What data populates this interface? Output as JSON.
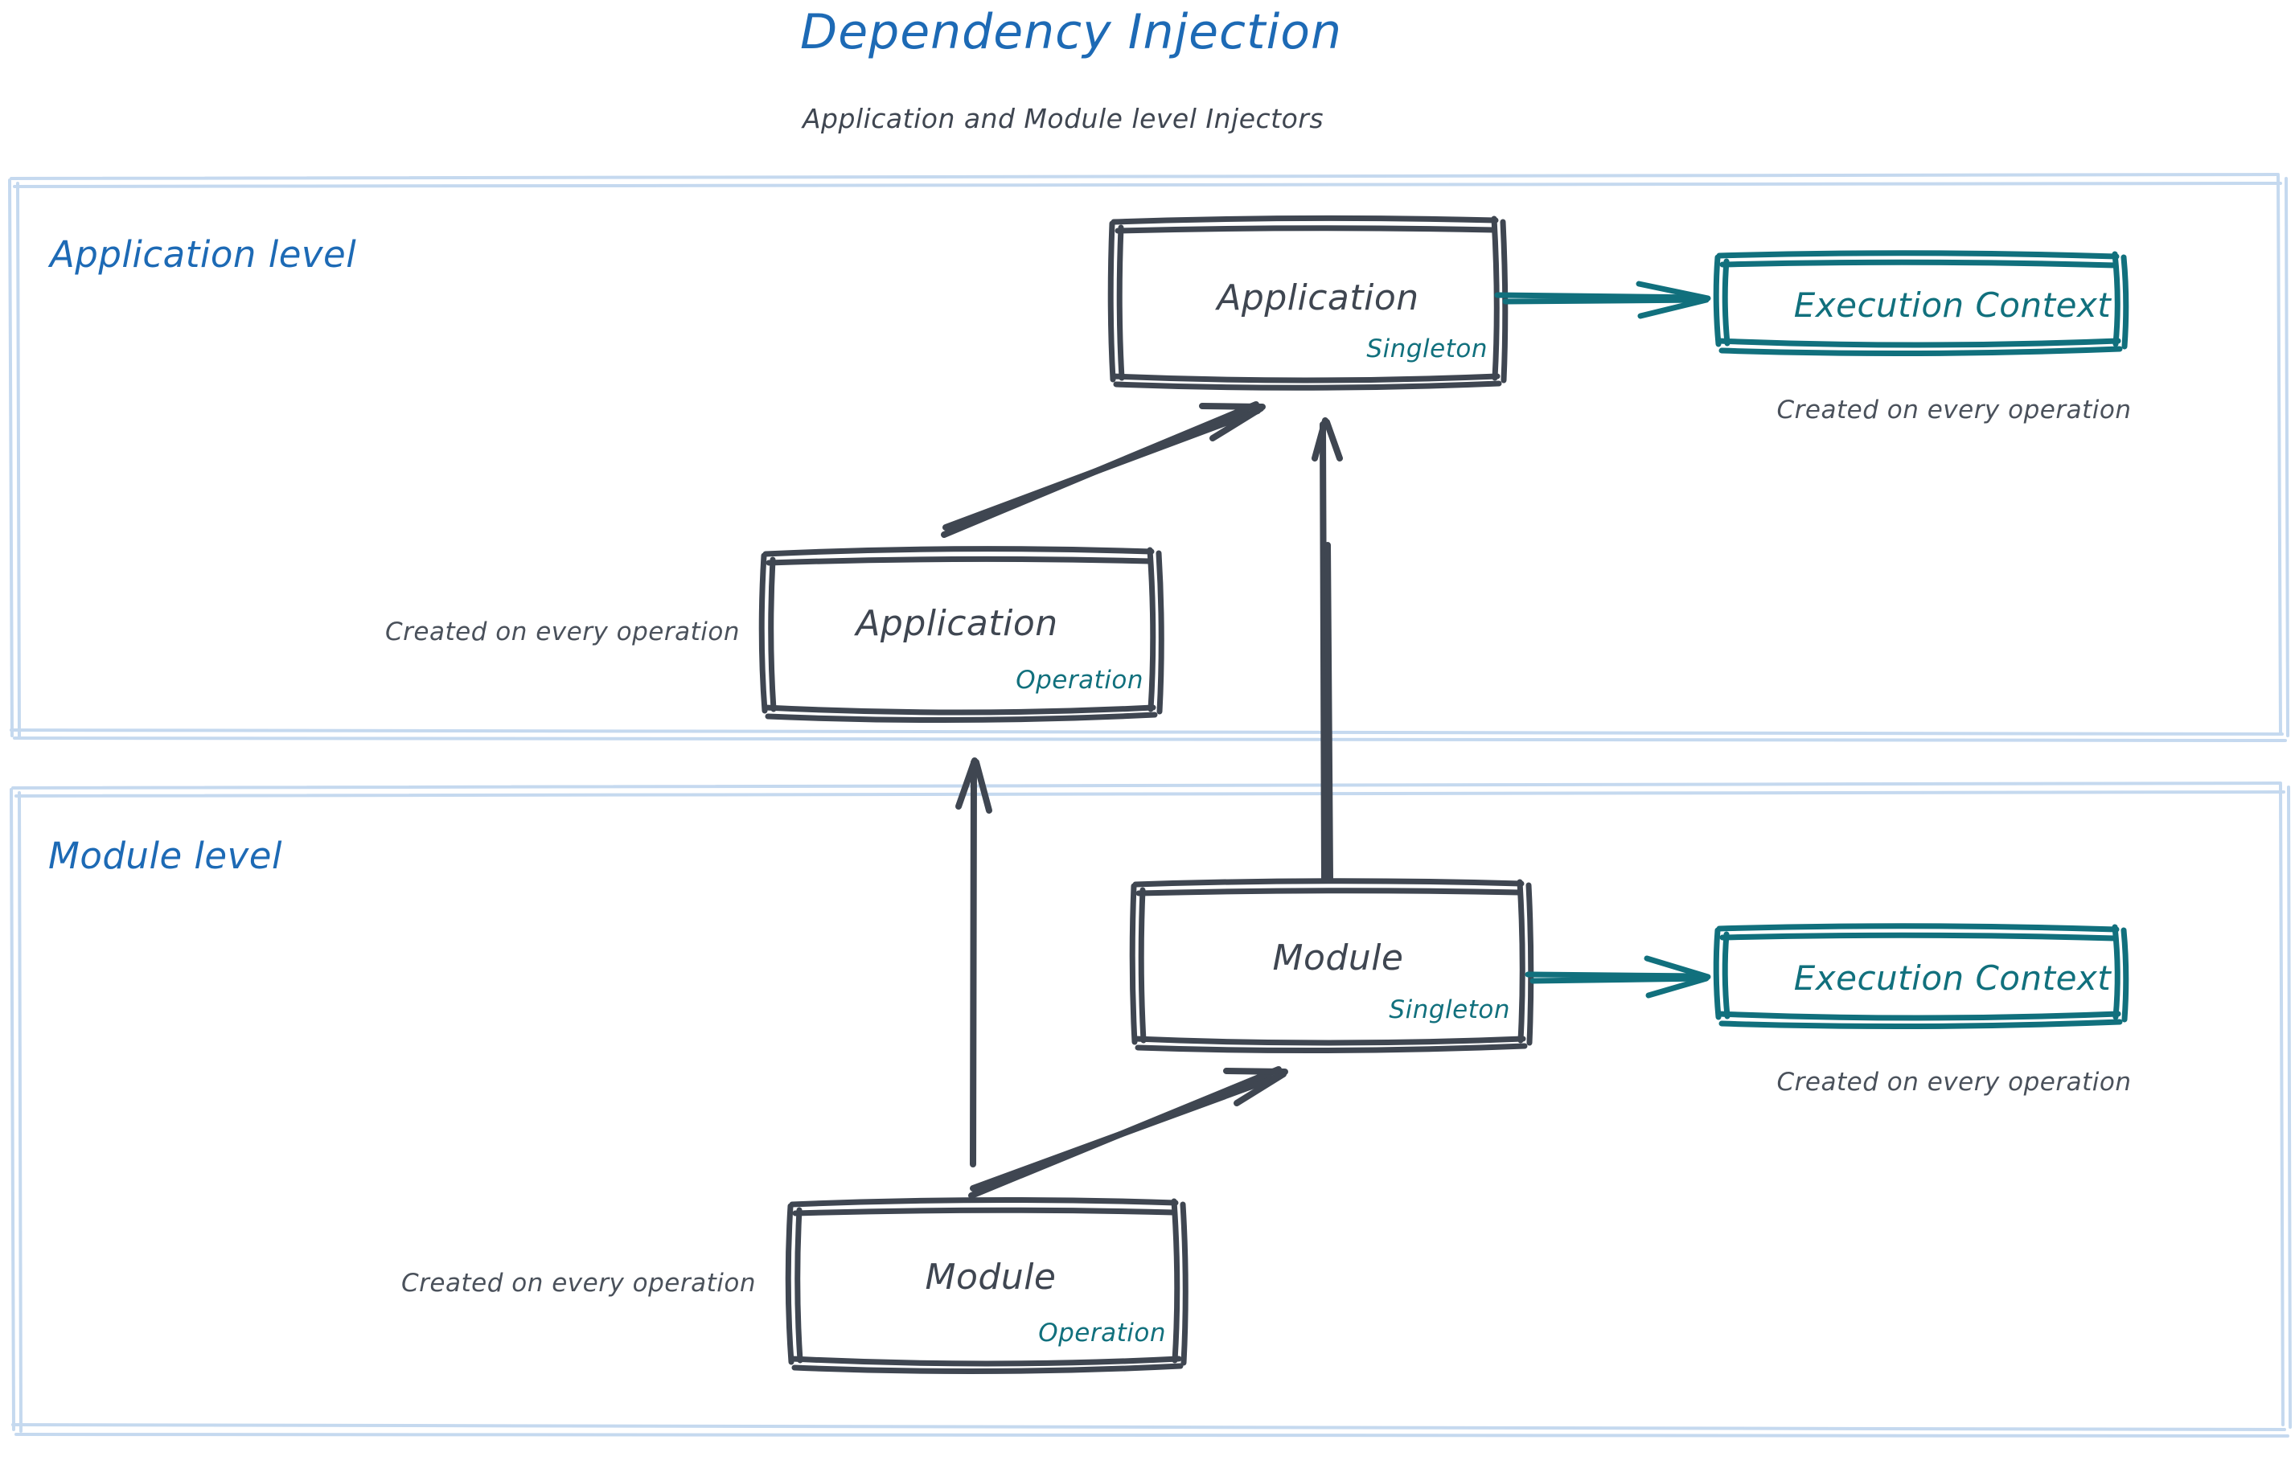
{
  "header": {
    "title": "Dependency Injection",
    "subtitle": "Application and Module level Injectors"
  },
  "colors": {
    "title_blue": "#1d6ab5",
    "ink_gray": "#3f4651",
    "teal": "#11707d",
    "container_blue": "#c5d9ef"
  },
  "containers": [
    {
      "id": "application-level",
      "label": "Application level"
    },
    {
      "id": "module-level",
      "label": "Module level"
    }
  ],
  "nodes": {
    "application_singleton": {
      "title": "Application",
      "scope": "Singleton"
    },
    "application_operation": {
      "title": "Application",
      "scope": "Operation",
      "caption": "Created on every operation"
    },
    "module_singleton": {
      "title": "Module",
      "scope": "Singleton"
    },
    "module_operation": {
      "title": "Module",
      "scope": "Operation",
      "caption": "Created on every operation"
    },
    "execution_context_app": {
      "title": "Execution Context",
      "caption": "Created on every operation"
    },
    "execution_context_module": {
      "title": "Execution Context",
      "caption": "Created on every operation"
    }
  },
  "edges": [
    {
      "id": "app-op-to-app-singleton",
      "from": "application_operation",
      "to": "application_singleton",
      "style": "sketch-double",
      "color": "#3f4651"
    },
    {
      "id": "module-singleton-to-app-singleton",
      "from": "module_singleton",
      "to": "application_singleton",
      "style": "sketch-double",
      "color": "#3f4651"
    },
    {
      "id": "module-op-to-app-op-level",
      "from": "module_operation",
      "to": "application_operation",
      "style": "sketch-single",
      "color": "#3f4651"
    },
    {
      "id": "module-op-to-module-singleton",
      "from": "module_operation",
      "to": "module_singleton",
      "style": "sketch-double",
      "color": "#3f4651"
    },
    {
      "id": "app-singleton-to-execution-context",
      "from": "application_singleton",
      "to": "execution_context_app",
      "style": "sketch-double",
      "color": "#11707d"
    },
    {
      "id": "module-singleton-to-execution-context",
      "from": "module_singleton",
      "to": "execution_context_module",
      "style": "sketch-double",
      "color": "#11707d"
    }
  ]
}
